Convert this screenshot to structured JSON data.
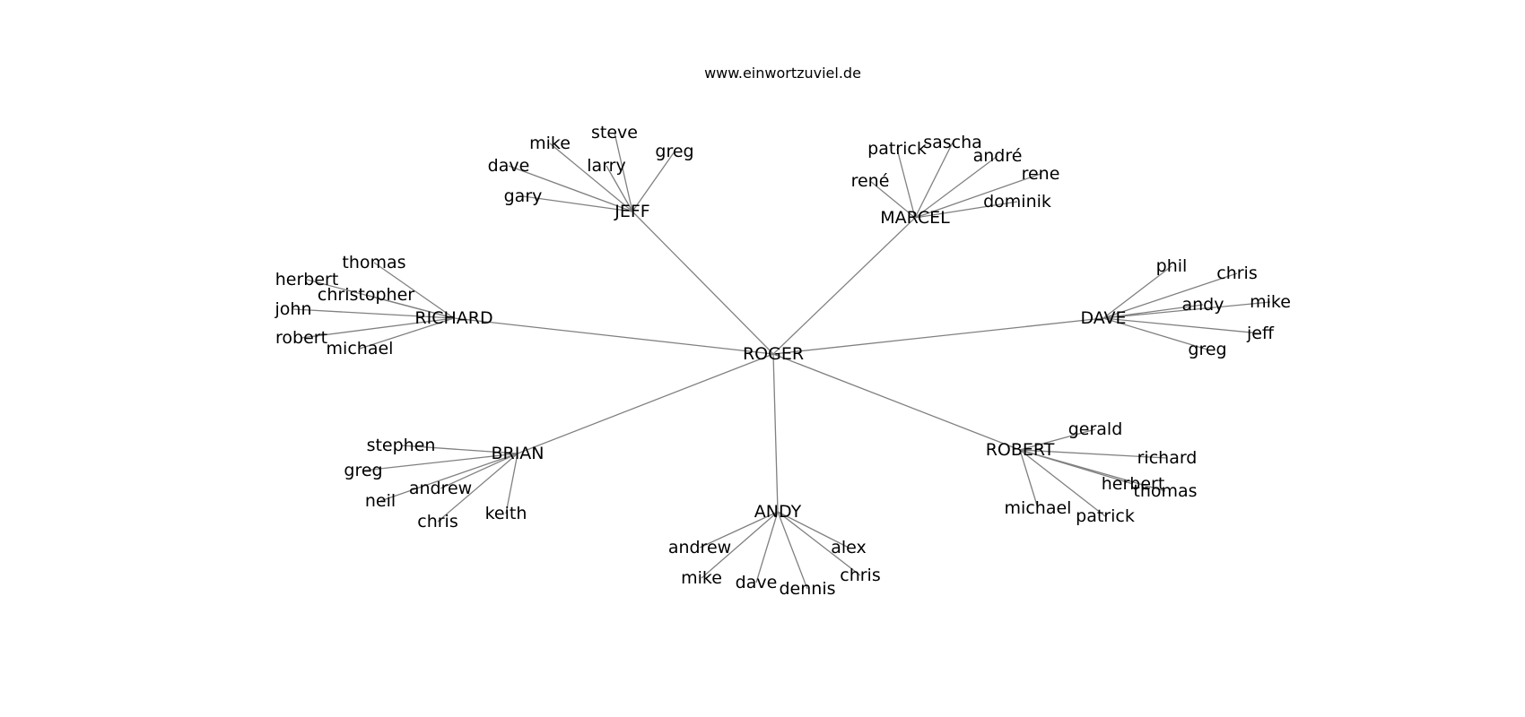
{
  "title": "www.einwortzuviel.de",
  "root": "ROGER",
  "groups": [
    {
      "name": "JEFF",
      "children": [
        "steve",
        "mike",
        "larry",
        "greg",
        "dave",
        "gary"
      ]
    },
    {
      "name": "MARCEL",
      "children": [
        "sascha",
        "patrick",
        "andré",
        "rene",
        "rené",
        "dominik"
      ]
    },
    {
      "name": "RICHARD",
      "children": [
        "thomas",
        "herbert",
        "christopher",
        "john",
        "robert",
        "michael"
      ]
    },
    {
      "name": "DAVE",
      "children": [
        "phil",
        "chris",
        "mike",
        "andy",
        "jeff",
        "greg"
      ]
    },
    {
      "name": "BRIAN",
      "children": [
        "stephen",
        "greg",
        "andrew",
        "neil",
        "chris",
        "keith"
      ]
    },
    {
      "name": "ROBERT",
      "children": [
        "gerald",
        "richard",
        "herbert",
        "thomas",
        "michael",
        "patrick"
      ]
    },
    {
      "name": "ANDY",
      "children": [
        "andrew",
        "alex",
        "chris",
        "mike",
        "dave",
        "dennis"
      ]
    }
  ]
}
